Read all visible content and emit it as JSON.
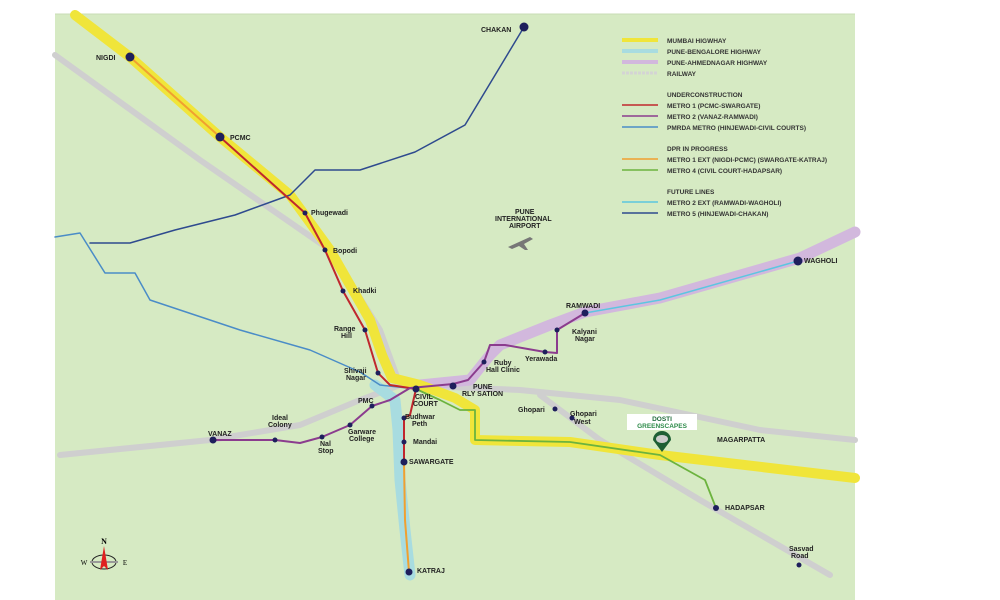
{
  "legend": {
    "highways": [
      "MUMBAI HIGWHAY",
      "PUNE-BENGALORE HIGHWAY",
      "PUNE-AHMEDNAGAR HIGHWAY",
      "RAILWAY"
    ],
    "under_heading": "UNDERCONSTRUCTION",
    "under": [
      "METRO 1 (PCMC-SWARGATE)",
      "METRO 2 (VANAZ-RAMWADI)",
      "PMRDA METRO (HINJEWADI-CIVIL COURTS)"
    ],
    "dpr_heading": "DPR IN PROGRESS",
    "dpr": [
      "METRO 1 EXT (NIGDI-PCMC) (SWARGATE-KATRAJ)",
      "METRO 4 (CIVIL COURT-HADAPSAR)"
    ],
    "future_heading": "FUTURE LINES",
    "future": [
      "METRO 2 EXT (RAMWADI-WAGHOLI)",
      "METRO 5 (HINJEWADI-CHAKAN)"
    ]
  },
  "colors": {
    "background": "#d6eac3",
    "mumbai": "#f0e53a",
    "bengalore": "#a8dce0",
    "ahmednagar": "#d2b8dd",
    "railway": "#cfcfcf",
    "metro1": "#c0272d",
    "metro2": "#8b3c8e",
    "pmrda": "#4a8cc7",
    "metro1ext": "#f0a030",
    "metro4": "#6cb33e",
    "metro2ext": "#5cc6e0",
    "metro5": "#2e4a8e"
  },
  "stations": {
    "nigdi": "NIGDI",
    "pcmc": "PCMC",
    "chakan": "CHAKAN",
    "phugewadi": "Phugewadi",
    "bopodi": "Bopodi",
    "khadki": "Khadki",
    "range1": "Range",
    "range2": "Hill",
    "shivaji1": "Shivaji",
    "shivaji2": "Nagar",
    "civil1": "CIVIL",
    "civil2": "COURT",
    "pune1": "PUNE",
    "pune2": "RLY SATION",
    "budhwar1": "Budhwar",
    "budhwar2": "Peth",
    "mandai": "Mandai",
    "swargate": "SAWARGATE",
    "katraj": "KATRAJ",
    "pmc": "PMC",
    "garware1": "Garware",
    "garware2": "College",
    "nal1": "Nal",
    "nal2": "Stop",
    "ideal1": "Ideal",
    "ideal2": "Colony",
    "vanaz": "VANAZ",
    "ruby1": "Ruby",
    "ruby2": "Hall Clinic",
    "yerawada": "Yerawada",
    "kalyani1": "Kalyani",
    "kalyani2": "Nagar",
    "ramwadi": "RAMWADI",
    "wagholi": "WAGHOLI",
    "ghopari": "Ghopari",
    "ghopariw1": "Ghopari",
    "ghopariw2": "West",
    "hadapsar": "HADAPSAR",
    "sasvad1": "Sasvad",
    "sasvad2": "Road"
  },
  "places": {
    "airport1": "PUNE",
    "airport2": "INTERNATIONAL",
    "airport3": "AIRPORT",
    "magarpatta": "MAGARPATTA"
  },
  "project": {
    "line1": "DOSTI",
    "line2": "GREENSCAPES"
  },
  "compass": {
    "n": "N",
    "w": "W",
    "e": "E"
  }
}
